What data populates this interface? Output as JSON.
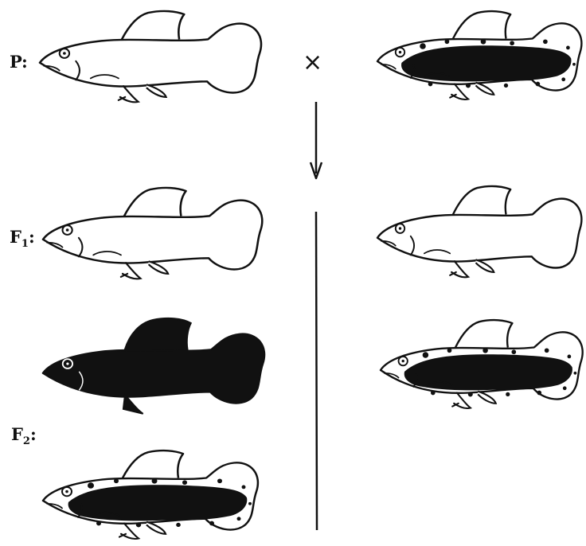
{
  "generations": {
    "p": {
      "letter": "P",
      "suffix": ":"
    },
    "f1": {
      "letter": "F",
      "sub": "1",
      "suffix": ":"
    },
    "f2": {
      "letter": "F",
      "sub": "2",
      "suffix": ":"
    }
  },
  "cross_symbol": "×",
  "colors": {
    "ink": "#111111",
    "fill": "#ffffff"
  },
  "fish": [
    {
      "id": "p-female-plain",
      "generation": "P",
      "pattern": "plain"
    },
    {
      "id": "p-male-spotted",
      "generation": "P",
      "pattern": "spotted-band"
    },
    {
      "id": "f1-female-plain",
      "generation": "F1",
      "pattern": "plain"
    },
    {
      "id": "f1-male-plain",
      "generation": "F1",
      "pattern": "plain"
    },
    {
      "id": "f2-black",
      "generation": "F2",
      "pattern": "black"
    },
    {
      "id": "f2-spotted-right",
      "generation": "F2",
      "pattern": "spotted-band"
    },
    {
      "id": "f2-spotted-left",
      "generation": "F2",
      "pattern": "spotted-band"
    }
  ]
}
